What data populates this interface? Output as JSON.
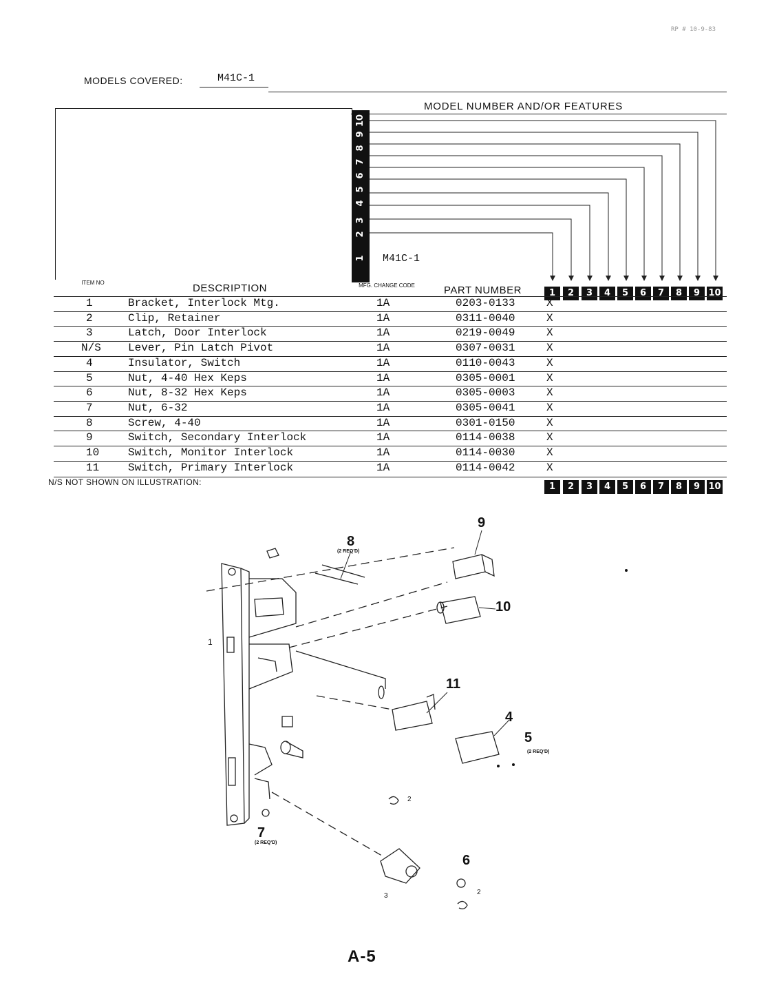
{
  "header": {
    "corner_code": "RP # 10-9-83",
    "models_covered_label": "MODELS COVERED:",
    "models_covered_value": "M41C-1",
    "model_number_features": "MODEL NUMBER AND/OR FEATURES",
    "model_1": "M41C-1"
  },
  "vertical_numbers": [
    "10",
    "9",
    "8",
    "7",
    "6",
    "5",
    "4",
    "3",
    "2",
    "1"
  ],
  "columns": {
    "item_no": "ITEM NO",
    "description": "DESCRIPTION",
    "mfg_change_code": "MFG. CHANGE CODE",
    "part_number": "PART NUMBER",
    "model_cols": [
      "1",
      "2",
      "3",
      "4",
      "5",
      "6",
      "7",
      "8",
      "9",
      "10"
    ]
  },
  "rows": [
    {
      "item": "1",
      "desc": "Bracket, Interlock Mtg.",
      "code": "1A",
      "part": "0203-0133",
      "mark": "X"
    },
    {
      "item": "2",
      "desc": "Clip, Retainer",
      "code": "1A",
      "part": "0311-0040",
      "mark": "X"
    },
    {
      "item": "3",
      "desc": "Latch, Door Interlock",
      "code": "1A",
      "part": "0219-0049",
      "mark": "X"
    },
    {
      "item": "N/S",
      "desc": "Lever, Pin Latch Pivot",
      "code": "1A",
      "part": "0307-0031",
      "mark": "X"
    },
    {
      "item": "4",
      "desc": "Insulator, Switch",
      "code": "1A",
      "part": "0110-0043",
      "mark": "X"
    },
    {
      "item": "5",
      "desc": "Nut, 4-40 Hex Keps",
      "code": "1A",
      "part": "0305-0001",
      "mark": "X"
    },
    {
      "item": "6",
      "desc": "Nut, 8-32 Hex Keps",
      "code": "1A",
      "part": "0305-0003",
      "mark": "X"
    },
    {
      "item": "7",
      "desc": "Nut, 6-32",
      "code": "1A",
      "part": "0305-0041",
      "mark": "X"
    },
    {
      "item": "8",
      "desc": "Screw, 4-40",
      "code": "1A",
      "part": "0301-0150",
      "mark": "X"
    },
    {
      "item": "9",
      "desc": "Switch, Secondary Interlock",
      "code": "1A",
      "part": "0114-0038",
      "mark": "X"
    },
    {
      "item": "10",
      "desc": "Switch, Monitor Interlock",
      "code": "1A",
      "part": "0114-0030",
      "mark": "X"
    },
    {
      "item": "11",
      "desc": "Switch, Primary Interlock",
      "code": "1A",
      "part": "0114-0042",
      "mark": "X"
    }
  ],
  "ns_note": "N/S NOT SHOWN ON ILLUSTRATION:",
  "callouts": {
    "c1": "1",
    "c2a": "2",
    "c2b": "2",
    "c3": "3",
    "c4": "4",
    "c5": "5",
    "c6": "6",
    "c7": "7",
    "c8": "8",
    "c9": "9",
    "c10": "10",
    "c11": "11",
    "req": "(2 REQ'D)"
  },
  "page_number": "A-5"
}
